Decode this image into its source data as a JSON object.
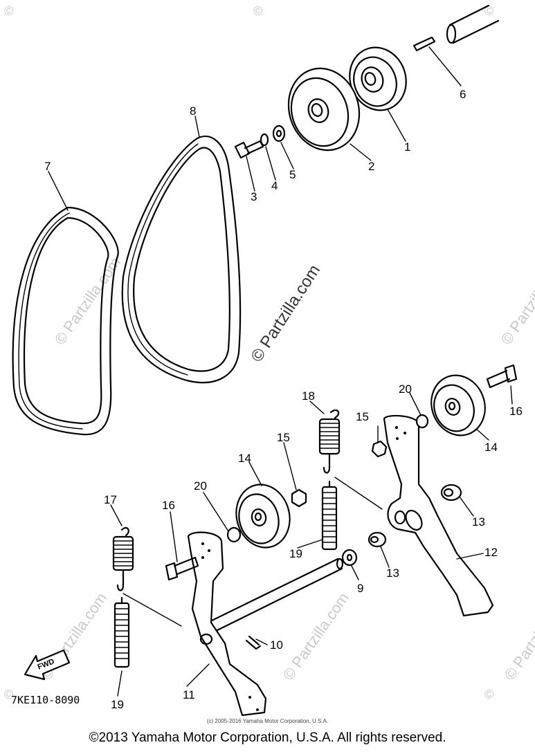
{
  "watermark": {
    "center": "© Partzilla.com",
    "corner": "©"
  },
  "fwd_label": "FWD",
  "diagram_code": "7KE110-8090",
  "small_copyright": "(c) 2005-2016 Yamaha Motor Corporation, U.S.A.",
  "copyright": "©2013 Yamaha Motor Corporation, U.S.A. All rights reserved.",
  "callouts": [
    "1",
    "2",
    "3",
    "4",
    "5",
    "6",
    "7",
    "8",
    "9",
    "10",
    "11",
    "12",
    "13",
    "13",
    "14",
    "14",
    "15",
    "15",
    "16",
    "16",
    "17",
    "18",
    "19",
    "19",
    "20",
    "20"
  ]
}
